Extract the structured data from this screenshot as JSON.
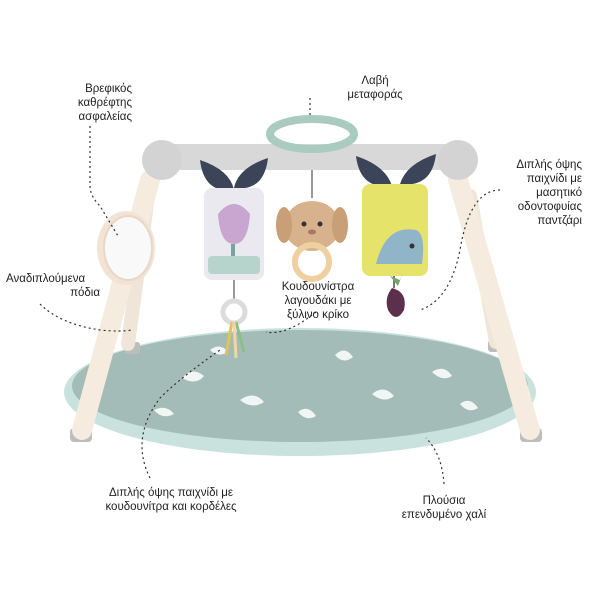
{
  "labels": {
    "mirror": [
      "Βρεφικός",
      "καθρέφτης",
      "ασφαλείας"
    ],
    "handle": [
      "Λαβή",
      "μεταφοράς"
    ],
    "teether_toy": [
      "Διπλής όψης",
      "παιχνίδι με",
      "μασητικό",
      "οδοντοφυίας",
      "παντζάρι"
    ],
    "folding_legs": [
      "Αναδιπλούμενα",
      "πόδια"
    ],
    "bunny_rattle": [
      "Κουδουνίστρα",
      "λαγουδάκι με",
      "ξύλινο κρίκο"
    ],
    "ribbon_toy": [
      "Διπλής όψης παιχνίδι με",
      "κουδουνίτρα και κορδέλες"
    ],
    "mat": [
      "Πλούσια",
      "επενδυμένο χαλί"
    ]
  },
  "colors": {
    "frame": "#d9d9d9",
    "legs": "#f3e9dc",
    "handle_ring": "#a9cbc0",
    "mat": "#a4bcb7",
    "mat_rim": "#c7e1dc",
    "leader": "#333333"
  },
  "icons": {
    "mirror": "round-mirror",
    "bunny": "bunny-rattle",
    "tulip": "tulip-card",
    "hedgehog": "hedgehog-card",
    "teether": "beetroot-teether"
  }
}
